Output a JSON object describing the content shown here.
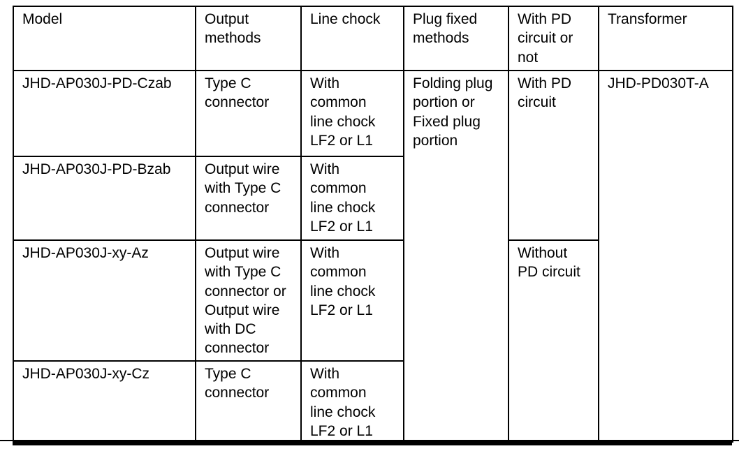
{
  "table": {
    "headers": [
      "Model",
      "Output\nmethods",
      "Line chock",
      "Plug fixed\nmethods",
      "With PD\ncircuit or\nnot",
      "Transformer"
    ],
    "rows": [
      {
        "model": "JHD-AP030J-PD-Czab",
        "output": "Type C\nconnector",
        "line_chock": "With\ncommon\nline chock\nLF2 or L1"
      },
      {
        "model": "JHD-AP030J-PD-Bzab",
        "output": "Output wire\nwith Type C\nconnector",
        "line_chock": "With\ncommon\nline chock\nLF2 or L1"
      },
      {
        "model": "JHD-AP030J-xy-Az",
        "output": "Output wire\nwith Type C\nconnector or\nOutput wire\nwith DC\nconnector",
        "line_chock": "With\ncommon\nline chock\nLF2 or L1"
      },
      {
        "model": "JHD-AP030J-xy-Cz",
        "output": "Type C\nconnector",
        "line_chock": "With\ncommon\nline chock\nLF2 or L1"
      }
    ],
    "merged": {
      "plug_fixed": "Folding plug\nportion or\nFixed plug\nportion",
      "with_pd": "With PD\ncircuit",
      "without_pd": "Without\nPD circuit",
      "transformer": "JHD-PD030T-A"
    },
    "colors": {
      "border": "#000000",
      "background": "#ffffff",
      "text": "#000000"
    }
  }
}
